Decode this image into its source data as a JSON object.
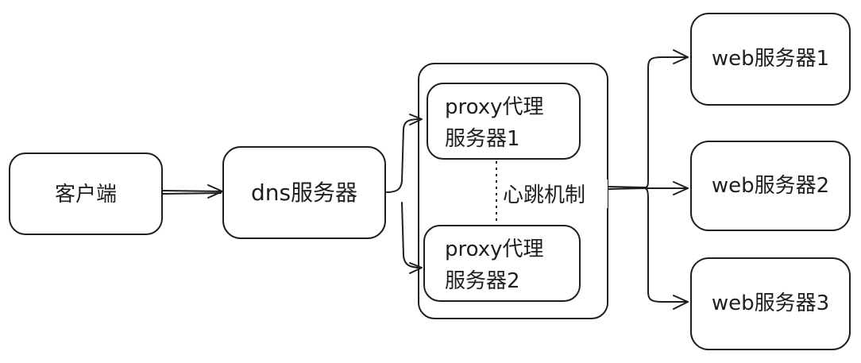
{
  "nodes": {
    "client": {
      "label": "客户端"
    },
    "dns": {
      "label": "dns服务器"
    },
    "proxy1": {
      "line1": "proxy代理",
      "line2": "服务器1"
    },
    "proxy2": {
      "line1": "proxy代理",
      "line2": "服务器2"
    },
    "heartbeat": {
      "label": "心跳机制"
    },
    "web1": {
      "label": "web服务器1"
    },
    "web2": {
      "label": "web服务器2"
    },
    "web3": {
      "label": "web服务器3"
    }
  },
  "colors": {
    "stroke": "#1e1e1e",
    "fill": "#ffffff"
  }
}
